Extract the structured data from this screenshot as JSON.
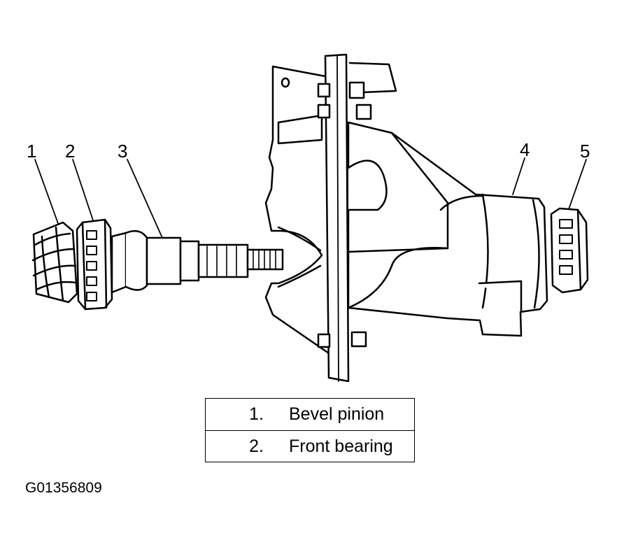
{
  "callouts": [
    {
      "label": "1"
    },
    {
      "label": "2"
    },
    {
      "label": "3"
    },
    {
      "label": "4"
    },
    {
      "label": "5"
    }
  ],
  "legend": [
    {
      "number": "1.",
      "text": "Bevel pinion"
    },
    {
      "number": "2.",
      "text": "Front bearing"
    }
  ],
  "figure_id": "G01356809",
  "colors": {
    "ink": "#000000",
    "paper": "#ffffff"
  }
}
